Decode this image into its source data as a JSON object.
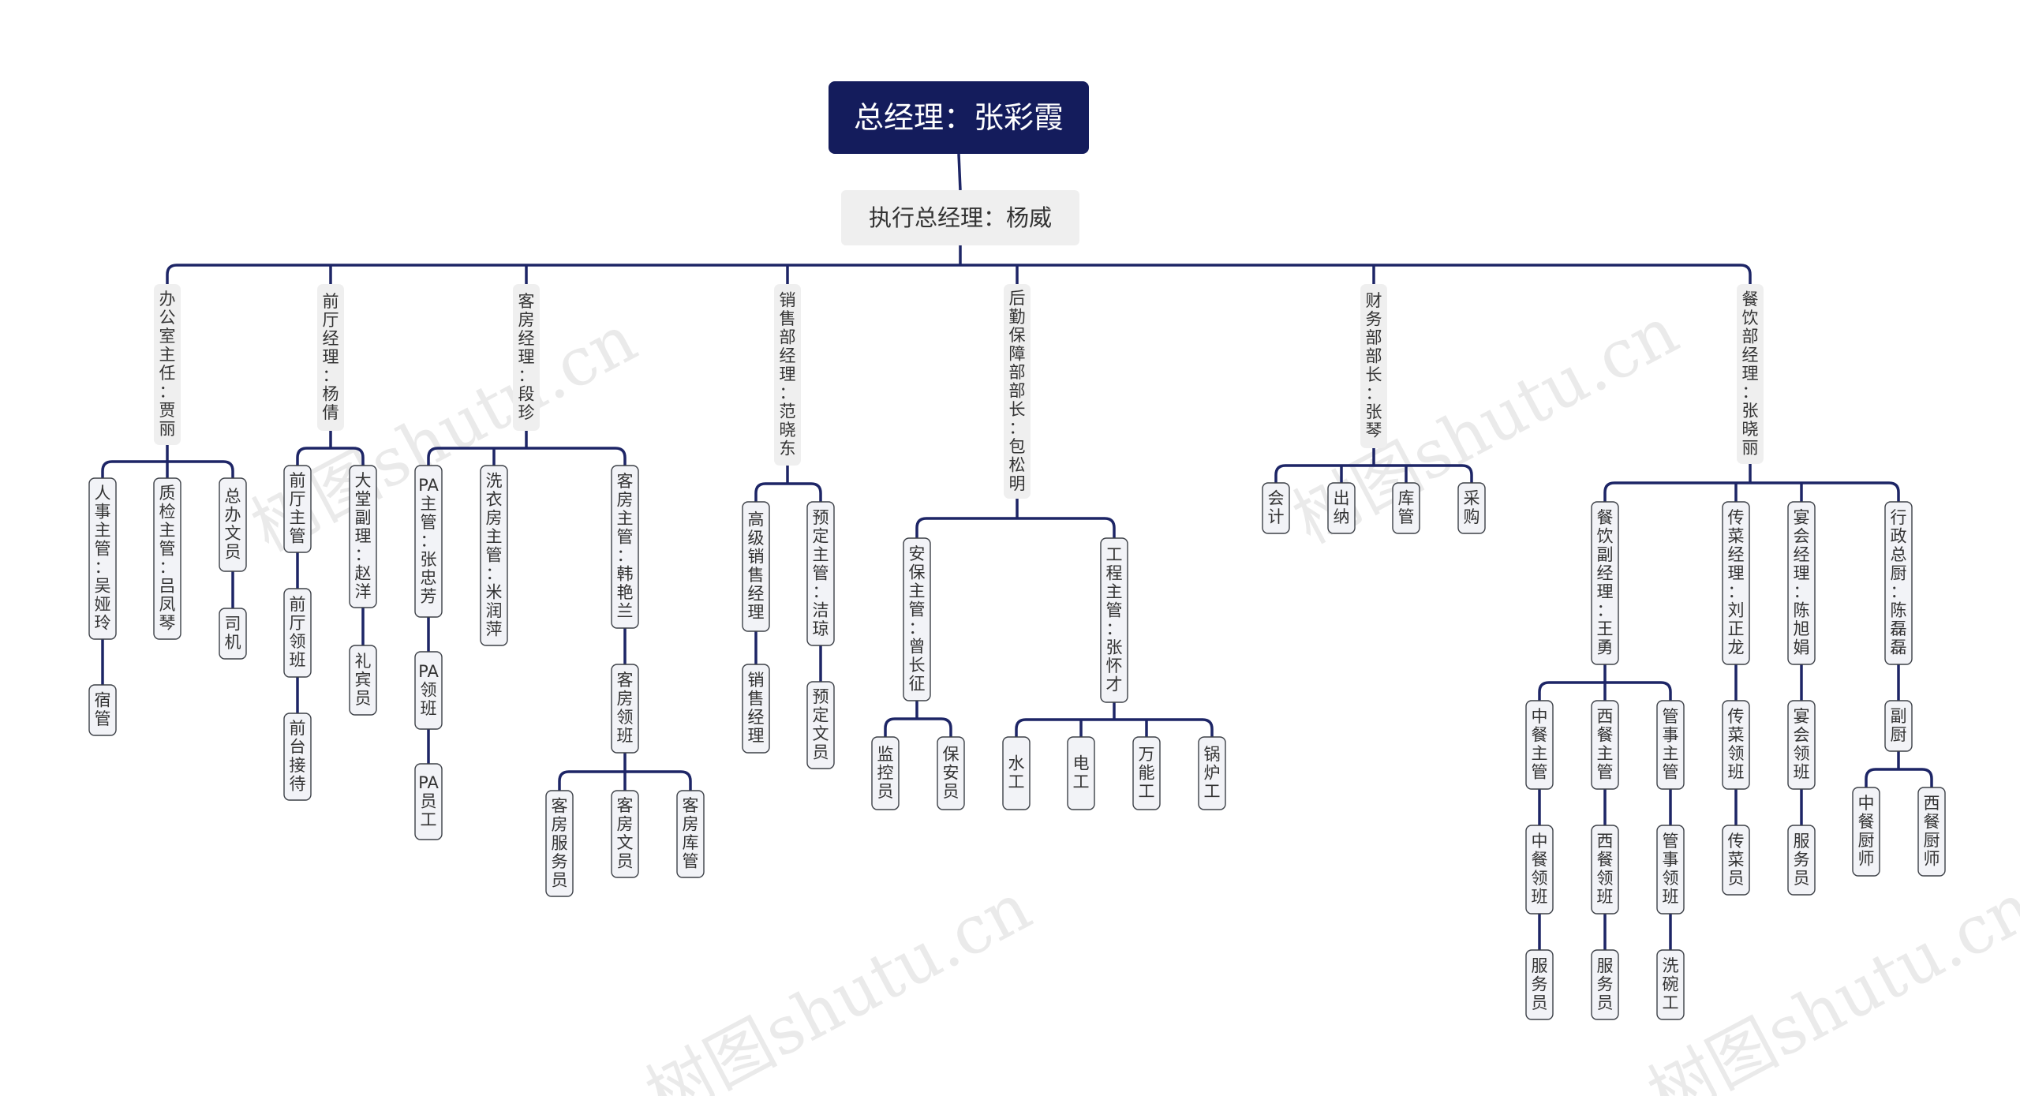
{
  "colors": {
    "line": "#1d2566",
    "root_fill": "#141c5c",
    "node_fill": "#f2f3f7",
    "sub_fill": "#efefef",
    "node_stroke": "#3c4047"
  },
  "watermark": {
    "text": "树图shutu.cn"
  },
  "tree": {
    "label": "总经理：张彩霞",
    "children": [
      {
        "label": "执行总经理：杨威",
        "children": [
          {
            "label": "办公室主任：贾丽",
            "children": [
              {
                "label": "人事主管：吴娅玲",
                "children": [
                  {
                    "label": "宿管"
                  }
                ]
              },
              {
                "label": "质检主管：吕凤琴"
              },
              {
                "label": "总办文员",
                "children": [
                  {
                    "label": "司机"
                  }
                ]
              }
            ]
          },
          {
            "label": "前厅经理：杨倩",
            "children": [
              {
                "label": "前厅主管",
                "children": [
                  {
                    "label": "前厅领班",
                    "children": [
                      {
                        "label": "前台接待"
                      }
                    ]
                  }
                ]
              },
              {
                "label": "大堂副理：赵洋",
                "children": [
                  {
                    "label": "礼宾员"
                  }
                ]
              }
            ]
          },
          {
            "label": "客房经理：段珍",
            "children": [
              {
                "label": "PA主管：张忠芳",
                "children": [
                  {
                    "label": "PA领班",
                    "children": [
                      {
                        "label": "PA员工"
                      }
                    ]
                  }
                ]
              },
              {
                "label": "洗衣房主管：米润萍"
              },
              {
                "label": "客房主管：韩艳兰",
                "children": [
                  {
                    "label": "客房领班",
                    "children": [
                      {
                        "label": "客房服务员"
                      },
                      {
                        "label": "客房文员"
                      },
                      {
                        "label": "客房库管"
                      }
                    ]
                  }
                ]
              }
            ]
          },
          {
            "label": "销售部经理：范晓东",
            "children": [
              {
                "label": "高级销售经理",
                "children": [
                  {
                    "label": "销售经理"
                  }
                ]
              },
              {
                "label": "预定主管：洁琼",
                "children": [
                  {
                    "label": "预定文员"
                  }
                ]
              }
            ]
          },
          {
            "label": "后勤保障部部长：包松明",
            "children": [
              {
                "label": "安保主管：曾长征",
                "children": [
                  {
                    "label": "监控员"
                  },
                  {
                    "label": "保安员"
                  }
                ]
              },
              {
                "label": "工程主管：张怀才",
                "children": [
                  {
                    "label": "水工"
                  },
                  {
                    "label": "电工"
                  },
                  {
                    "label": "万能工"
                  },
                  {
                    "label": "锅炉工"
                  }
                ]
              }
            ]
          },
          {
            "label": "财务部部长：张琴",
            "children": [
              {
                "label": "会计"
              },
              {
                "label": "出纳"
              },
              {
                "label": "库管"
              },
              {
                "label": "采购"
              }
            ]
          },
          {
            "label": "餐饮部经理：张晓丽",
            "children": [
              {
                "label": "餐饮副经理：王勇",
                "children": [
                  {
                    "label": "中餐主管",
                    "children": [
                      {
                        "label": "中餐领班",
                        "children": [
                          {
                            "label": "服务员"
                          }
                        ]
                      }
                    ]
                  },
                  {
                    "label": "西餐主管",
                    "children": [
                      {
                        "label": "西餐领班",
                        "children": [
                          {
                            "label": "服务员"
                          }
                        ]
                      }
                    ]
                  },
                  {
                    "label": "管事主管",
                    "children": [
                      {
                        "label": "管事领班",
                        "children": [
                          {
                            "label": "洗碗工"
                          }
                        ]
                      }
                    ]
                  }
                ]
              },
              {
                "label": "传菜经理：刘正龙",
                "children": [
                  {
                    "label": "传菜领班",
                    "children": [
                      {
                        "label": "传菜员"
                      }
                    ]
                  }
                ]
              },
              {
                "label": "宴会经理：陈旭娟",
                "children": [
                  {
                    "label": "宴会领班",
                    "children": [
                      {
                        "label": "服务员"
                      }
                    ]
                  }
                ]
              },
              {
                "label": "行政总厨：陈磊磊",
                "children": [
                  {
                    "label": "副厨",
                    "children": [
                      {
                        "label": "中餐厨师"
                      },
                      {
                        "label": "西餐厨师"
                      }
                    ]
                  }
                ]
              }
            ]
          }
        ]
      }
    ]
  }
}
